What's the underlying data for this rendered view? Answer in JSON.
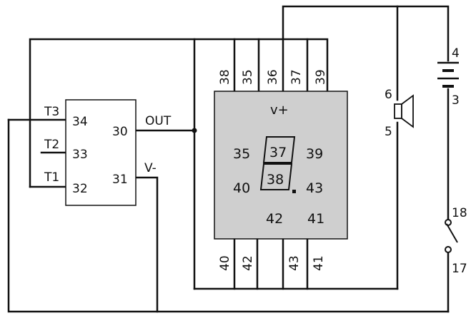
{
  "colors": {
    "wire": "#111111",
    "module_fill": "#cfcfcf",
    "box_fill": "#ffffff"
  },
  "timer": {
    "terminals": {
      "t3": "T3",
      "t2": "T2",
      "t1": "T1"
    },
    "pins": {
      "p34": "34",
      "p33": "33",
      "p32": "32",
      "p30": "30",
      "p31": "31"
    },
    "out_label": "OUT",
    "vminus_label": "V-"
  },
  "module": {
    "top_pins": [
      "38",
      "35",
      "36",
      "37",
      "39"
    ],
    "bottom_pins": [
      "40",
      "42",
      "43",
      "41"
    ],
    "vplus": "v+",
    "left_upper": "35",
    "left_lower": "40",
    "right_upper": "39",
    "right_lower": "43",
    "bottom_mid": "42",
    "bottom_right": "41",
    "digit_upper": "37",
    "digit_lower": "38"
  },
  "speaker": {
    "pin_top": "6",
    "pin_bottom": "5",
    "icon": "speaker-icon"
  },
  "battery": {
    "pin_top": "4",
    "pin_bottom": "3",
    "icon": "battery-icon"
  },
  "switch": {
    "pin_top": "18",
    "pin_bottom": "17",
    "icon": "switch-icon"
  }
}
